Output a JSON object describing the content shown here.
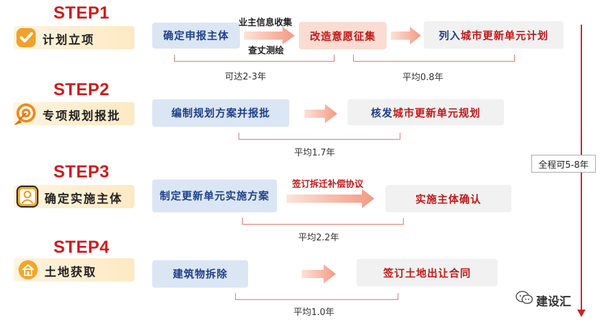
{
  "steps": [
    {
      "title": "STEP1",
      "label": "计划立项",
      "icon": "checkmark-icon",
      "box1": "确定申报主体",
      "arrow_top_note": "业主信息收集",
      "arrow_bottom_note": "查丈测绘",
      "box2": "改造意愿征集",
      "box3_prefix": "列入",
      "box3_highlight": "城市更新单元计划",
      "span1": "可达2-3年",
      "span2": "平均0.8年"
    },
    {
      "title": "STEP2",
      "label": "专项规划报批",
      "icon": "target-icon",
      "box1": "编制规划方案并报批",
      "box2_prefix": "核发",
      "box2_highlight": "城市更新单元规划",
      "span": "平均1.7年"
    },
    {
      "title": "STEP3",
      "label": "确定实施主体",
      "icon": "person-icon",
      "box1": "制定更新单元实施方案",
      "arrow_note": "签订拆迁补偿协议",
      "box2": "实施主体确认",
      "span": "平均2.2年"
    },
    {
      "title": "STEP4",
      "label": "土地获取",
      "icon": "home-icon",
      "box1": "建筑物拆除",
      "box2": "签订土地出让合同",
      "span": "平均1.0年"
    }
  ],
  "total": "全程可5-8年",
  "watermark": "建设汇",
  "colors": {
    "accent_red": "#d11a1a",
    "step_blue_text": "#1f3f8a",
    "blue_box": "#dbe6f4",
    "arrow": "#f4a08a"
  }
}
